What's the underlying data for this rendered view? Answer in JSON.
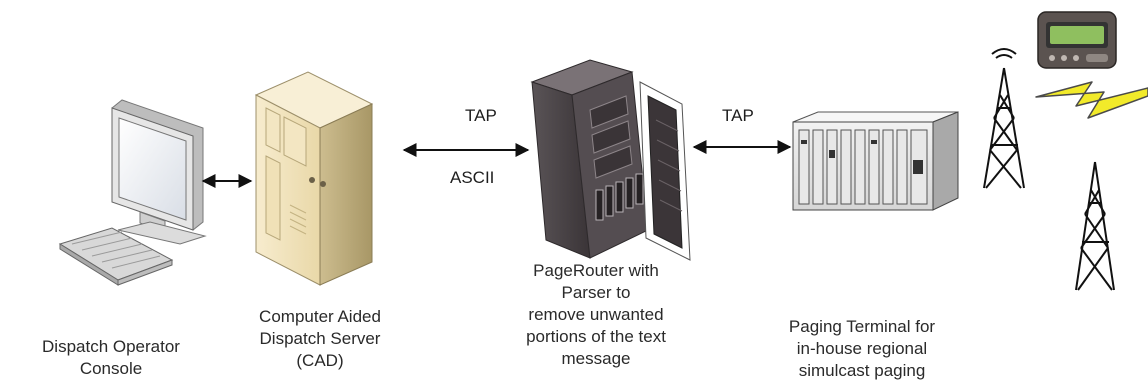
{
  "labels": {
    "console": [
      "Dispatch Operator",
      "Console"
    ],
    "cad": [
      "Computer Aided",
      "Dispatch Server",
      "(CAD)"
    ],
    "pagerouter": [
      "PageRouter with",
      "Parser to",
      "remove unwanted",
      "portions of the text",
      "message"
    ],
    "terminal": [
      "Paging Terminal for",
      "in-house regional",
      "simulcast paging"
    ]
  },
  "connections": {
    "tap_top": "TAP",
    "ascii": "ASCII",
    "tap_right": "TAP"
  },
  "icons": [
    "computer-console-icon",
    "keyboard-icon",
    "server-tower-icon",
    "rack-server-icon",
    "paging-terminal-icon",
    "radio-tower-icon",
    "pager-icon",
    "lightning-bolt-icon"
  ],
  "colors": {
    "beige": "#efe2bd",
    "dark_metal": "#4a4346",
    "bolt": "#f2ea2a",
    "tower": "#111111",
    "pager_screen": "#8fbf5f"
  }
}
